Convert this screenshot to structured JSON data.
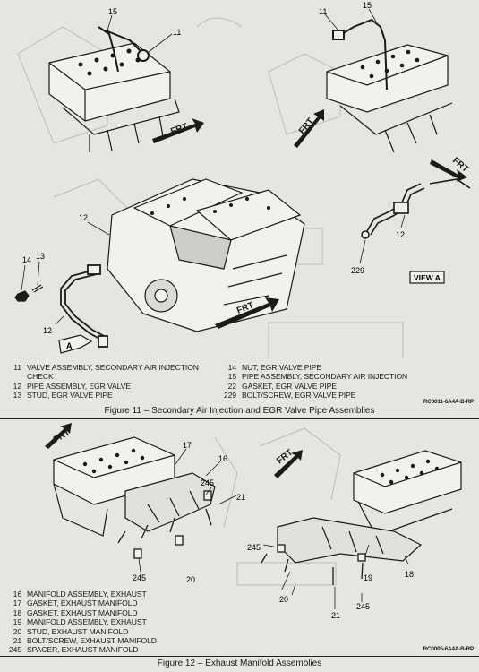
{
  "figure11": {
    "callouts": {
      "c15a": "15",
      "c11a": "11",
      "c11b": "11",
      "c15b": "15",
      "c12a": "12",
      "c14": "14",
      "c13": "13",
      "c12b": "12",
      "c12c": "12",
      "c229": "229"
    },
    "frt": "FRT",
    "view_a_box": "VIEW A",
    "view_a_marker": "A",
    "legend_left": [
      {
        "num": "11",
        "text": "VALVE ASSEMBLY, SECONDARY AIR INJECTION"
      },
      {
        "num": "",
        "text": "CHECK"
      },
      {
        "num": "12",
        "text": "PIPE ASSEMBLY, EGR VALVE"
      },
      {
        "num": "13",
        "text": "STUD,  EGR VALVE PIPE"
      }
    ],
    "legend_right": [
      {
        "num": "14",
        "text": "NUT, EGR VALVE PIPE"
      },
      {
        "num": "15",
        "text": "PIPE  ASSEMBLY, SECONDARY AIR INJECTION"
      },
      {
        "num": "22",
        "text": "GASKET, EGR VALVE PIPE"
      },
      {
        "num": "229",
        "text": "BOLT/SCREW, EGR VALVE PIPE"
      }
    ],
    "code": "RC0011-6A4A-B-RP",
    "caption": "Figure 11 – Secondary Air Injection and EGR Valve Pipe Assemblies"
  },
  "figure12": {
    "callouts": {
      "c17": "17",
      "c16": "16",
      "c245a": "245",
      "c21a": "21",
      "c245b": "245",
      "c20a": "20",
      "c245c": "245",
      "c19": "19",
      "c18": "18",
      "c20b": "20",
      "c245d": "245",
      "c21b": "21"
    },
    "frt": "FRT",
    "legend": [
      {
        "num": "16",
        "text": "MANIFOLD ASSEMBLY, EXHAUST"
      },
      {
        "num": "17",
        "text": "GASKET, EXHAUST MANIFOLD"
      },
      {
        "num": "18",
        "text": "GASKET, EXHAUST MANIFOLD"
      },
      {
        "num": "19",
        "text": "MANIFOLD ASSEMBLY, EXHAUST"
      },
      {
        "num": "20",
        "text": "STUD, EXHAUST MANIFOLD"
      },
      {
        "num": "21",
        "text": "BOLT/SCREW, EXHAUST MANIFOLD"
      },
      {
        "num": "245",
        "text": "SPACER, EXHAUST MANIFOLD"
      }
    ],
    "code": "RC0005-6A4A-B-RP",
    "caption": "Figure 12 – Exhaust Manifold Assemblies"
  },
  "colors": {
    "paper": "#e7e5df",
    "ink": "#1a1a1a",
    "ghost": "#b9b7b1"
  }
}
